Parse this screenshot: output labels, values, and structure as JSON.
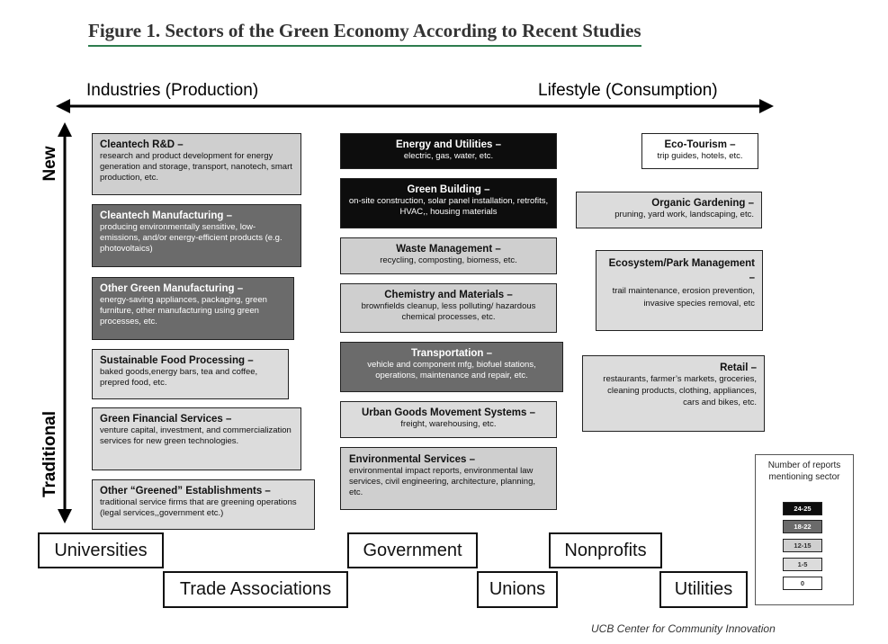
{
  "title": "Figure 1. Sectors of the Green Economy According to Recent Studies",
  "axes": {
    "left": "Industries (Production)",
    "right": "Lifestyle (Consumption)",
    "top": "New",
    "bottom": "Traditional"
  },
  "sectors": [
    {
      "heading": "Cleantech R&D –",
      "detail": "research and product development for energy generation and storage, transport, nanotech, smart production, etc.",
      "level": "12-15"
    },
    {
      "heading": "Cleantech Manufacturing –",
      "detail": "producing environmentally sensitive, low-emissions, and/or energy-efficient products (e.g. photovoltaics)",
      "level": "18-22"
    },
    {
      "heading": "Other Green Manufacturing –",
      "detail": "energy-saving appliances, packaging, green furniture, other manufacturing using green processes, etc.",
      "level": "18-22"
    },
    {
      "heading": "Sustainable Food Processing –",
      "detail": "baked goods,energy bars, tea and coffee, prepred food,  etc.",
      "level": "1-5"
    },
    {
      "heading": "Green Financial Services –",
      "detail": "venture capital, investment, and commercialization services for new green technologies.",
      "level": "1-5"
    },
    {
      "heading": "Other “Greened” Establishments –",
      "detail": "traditional service firms that are greening operations (legal services,,government  etc.)",
      "level": "1-5"
    },
    {
      "heading": "Energy and Utilities –",
      "detail": "electric, gas, water, etc.",
      "level": "24-25"
    },
    {
      "heading": "Green Building –",
      "detail": "on-site construction, solar panel installation, retrofits, HVAC,, housing materials",
      "level": "24-25"
    },
    {
      "heading": "Waste Management –",
      "detail": "recycling, composting, biomess, etc.",
      "level": "12-15"
    },
    {
      "heading": "Chemistry and Materials –",
      "detail": "brownfields cleanup, less polluting/ hazardous chemical processes, etc.",
      "level": "12-15"
    },
    {
      "heading": "Transportation –",
      "detail": "vehicle and component mfg, biofuel stations, operations, maintenance and repair, etc.",
      "level": "18-22"
    },
    {
      "heading": "Urban Goods Movement Systems –",
      "detail": "freight, warehousing, etc.",
      "level": "1-5"
    },
    {
      "heading": "Environmental Services –",
      "detail": "environmental impact reports, environmental law services, civil engineering, architecture, planning, etc.",
      "level": "12-15"
    },
    {
      "heading": "Eco-Tourism –",
      "detail": "trip guides, hotels, etc.",
      "level": "0"
    },
    {
      "heading": "Organic Gardening –",
      "detail": "pruning, yard work, landscaping, etc.",
      "level": "1-5"
    },
    {
      "heading": "Ecosystem/Park Management –",
      "detail": "trail maintenance, erosion prevention, invasive species removal, etc",
      "level": "1-5"
    },
    {
      "heading": "Retail –",
      "detail": "restaurants, farmer’s markets, groceries, cleaning products, clothing, appliances, cars and bikes, etc.",
      "level": "1-5"
    }
  ],
  "organizations": [
    "Universities",
    "Trade Associations",
    "Government",
    "Unions",
    "Nonprofits",
    "Utilities"
  ],
  "legend": {
    "title": "Number of reports mentioning sector",
    "items": [
      {
        "label": "24-25",
        "color": "#0d0d0d"
      },
      {
        "label": "18-22",
        "color": "#6b6b6b"
      },
      {
        "label": "12-15",
        "color": "#cfcfcf"
      },
      {
        "label": "1-5",
        "color": "#dcdcdc"
      },
      {
        "label": "0",
        "color": "#ffffff"
      }
    ]
  },
  "credit": "UCB Center for Community Innovation",
  "colors": {
    "title_underline": "#2e7d4f"
  }
}
